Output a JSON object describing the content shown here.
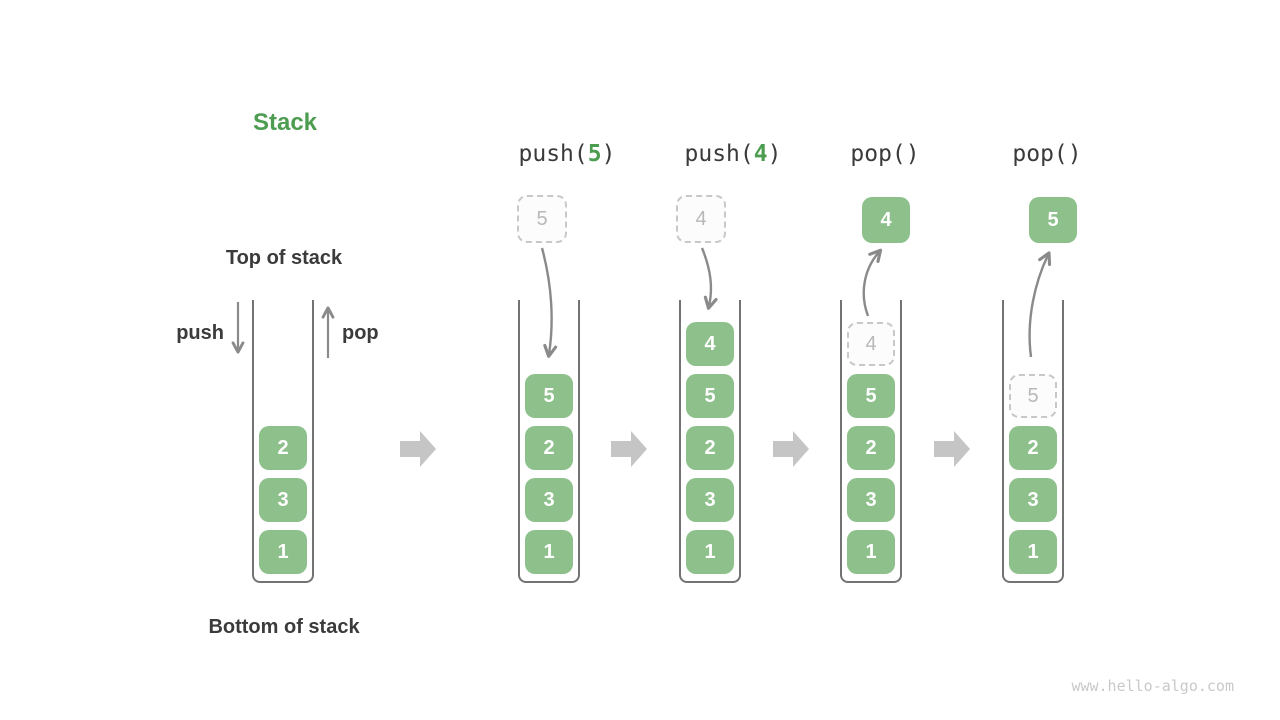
{
  "title": "Stack",
  "labels": {
    "top_of_stack": "Top of stack",
    "bottom_of_stack": "Bottom of stack",
    "push": "push",
    "pop": "pop"
  },
  "operations": {
    "push5": {
      "pre": "push(",
      "arg": "5",
      "post": ")"
    },
    "push4": {
      "pre": "push(",
      "arg": "4",
      "post": ")"
    },
    "pop1": "pop()",
    "pop2": "pop()"
  },
  "floating": {
    "push5_ghost": "5",
    "push4_ghost": "4",
    "pop1_popped": "4",
    "pop2_popped": "5"
  },
  "stacks": [
    {
      "name": "initial",
      "boxes": [
        "2",
        "3",
        "1"
      ]
    },
    {
      "name": "after-push-5",
      "boxes": [
        "5",
        "2",
        "3",
        "1"
      ]
    },
    {
      "name": "after-push-4",
      "boxes": [
        "4",
        "5",
        "2",
        "3",
        "1"
      ]
    },
    {
      "name": "after-pop-4",
      "ghost": "4",
      "boxes": [
        "5",
        "2",
        "3",
        "1"
      ]
    },
    {
      "name": "after-pop-5",
      "ghost": "5",
      "boxes": [
        "2",
        "3",
        "1"
      ]
    }
  ],
  "watermark": "www.hello-algo.com",
  "colors": {
    "title_green": "#4c9d50",
    "box_green": "#8dc08b",
    "box_text": "#ffffff",
    "ghost_border": "#c8c8c8",
    "ghost_text": "#b8b8b8",
    "label_text": "#3b3b3b",
    "arrow_gray": "#8a8a8a",
    "block_arrow_gray": "#c5c5c5",
    "wall_gray": "#737373",
    "watermark_gray": "#c9c9c9"
  }
}
